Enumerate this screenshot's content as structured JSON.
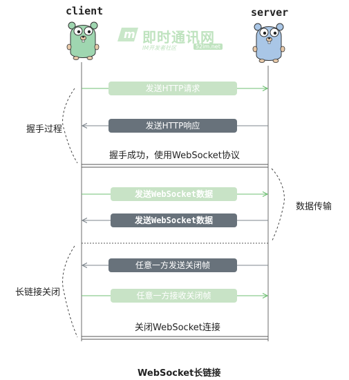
{
  "participants": {
    "client": "client",
    "server": "server"
  },
  "watermark": {
    "logo_letter": "m",
    "title": "即时通讯网",
    "subtitle": "IM开发者社区",
    "domain": "52im.net"
  },
  "phases": {
    "handshake": "握手过程",
    "data_transfer": "数据传输",
    "long_connection_close": "长链接关闭"
  },
  "messages": {
    "http_request": "发送HTTP请求",
    "http_response": "发送HTTP响应",
    "ws_data_send": "发送WebSocket数据",
    "ws_data_receive": "发送WebSocket数据",
    "close_frame_send": "任意一方发送关闭帧",
    "close_frame_receive": "任意一方接收关闭帧"
  },
  "notes": {
    "handshake_success": "握手成功，使用WebSocket协议",
    "close_connection": "关闭WebSocket连接"
  },
  "caption": "WebSocket长链接",
  "colors": {
    "request_pill": "#c8e3c6",
    "response_pill": "#68727b",
    "request_arrow": "#6fbf73",
    "response_arrow": "#7d858c",
    "lifeline": "#6b6b6b",
    "client_gopher": "#9fd6b0",
    "server_gopher": "#a9c6e6",
    "watermark": "#bfe3bf"
  }
}
